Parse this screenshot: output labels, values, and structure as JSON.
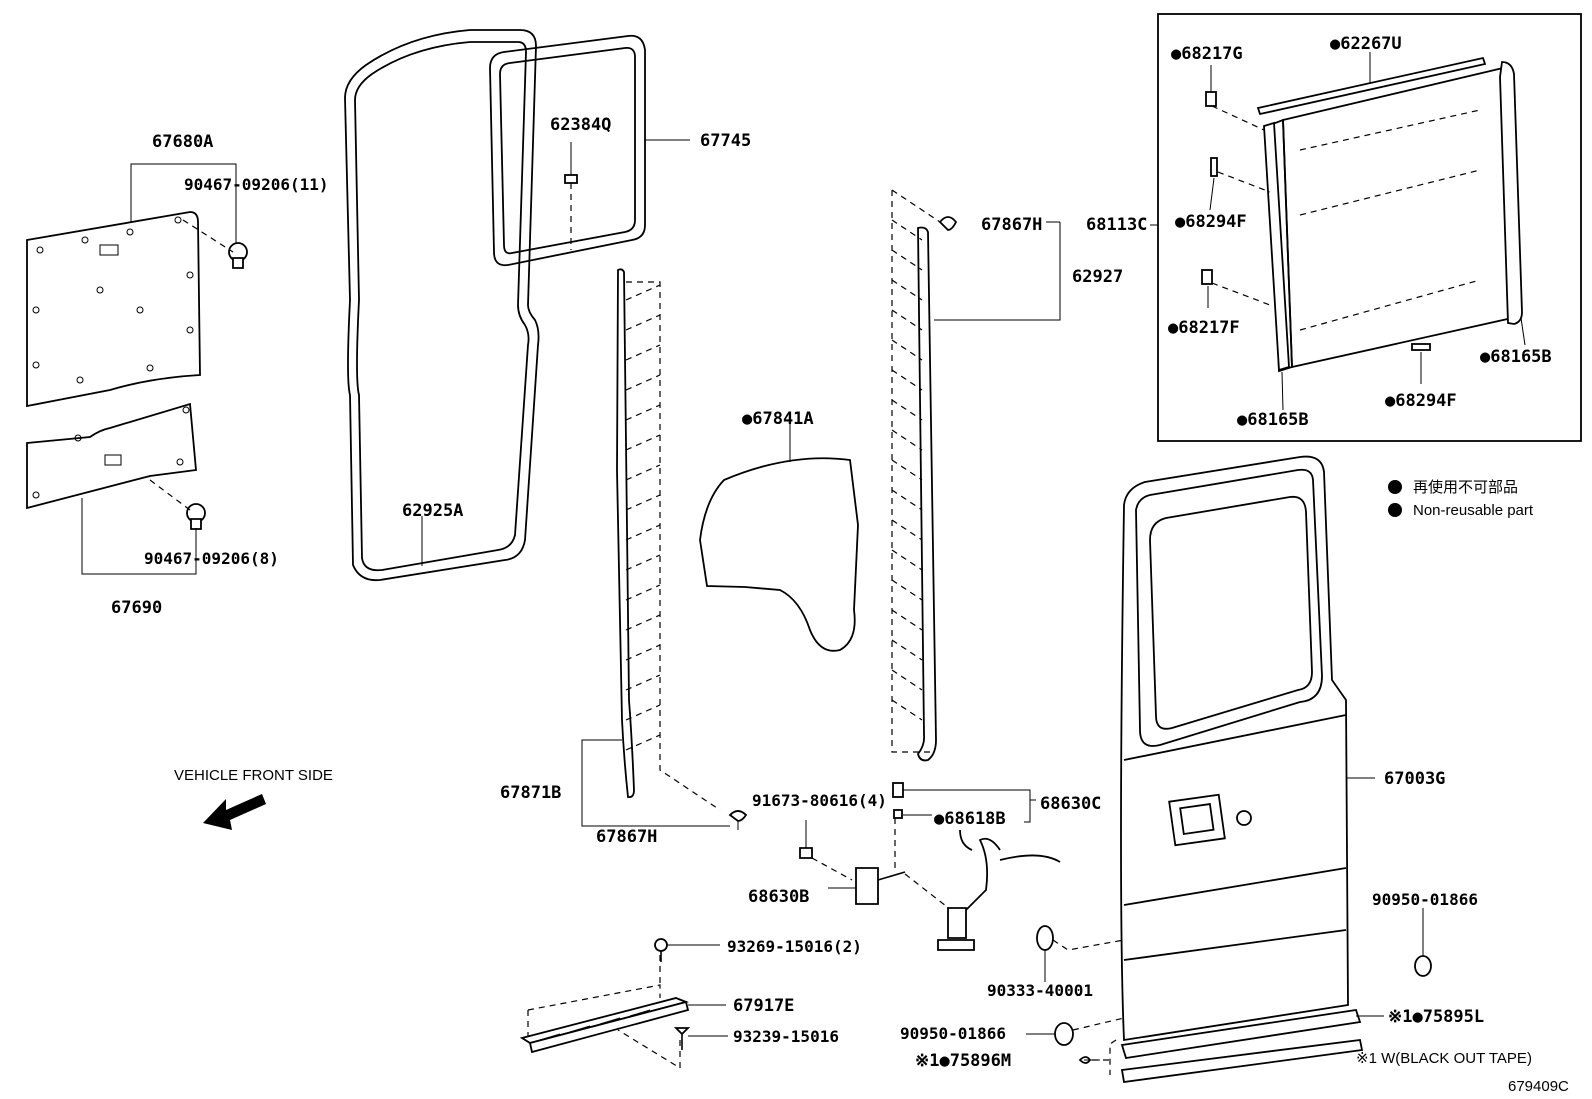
{
  "labels": {
    "p67680A": "67680A",
    "p90467_11": "90467-09206(11)",
    "p67690": "67690",
    "p90467_8": "90467-09206(8)",
    "p62925A": "62925A",
    "p62384Q": "62384Q",
    "p67745": "67745",
    "p67871B": "67871B",
    "p67867H_low": "67867H",
    "p67841A": "●67841A",
    "p67867H_up": "67867H",
    "p62927": "62927",
    "p68113C": "68113C",
    "p68217G": "●68217G",
    "p62267U": "●62267U",
    "p68294F_a": "●68294F",
    "p68217F": "●68217F",
    "p68165B_r": "●68165B",
    "p68294F_b": "●68294F",
    "p68165B_l": "●68165B",
    "p91673": "91673-80616(4)",
    "p68618B": "●68618B",
    "p68630C": "68630C",
    "p68630B": "68630B",
    "p93269": "93269-15016(2)",
    "p67917E": "67917E",
    "p93239": "93239-15016",
    "p90333": "90333-40001",
    "p90950_a": "90950-01866",
    "p90950_b": "90950-01866",
    "p75895L": "※1●75895L",
    "p75896M": "※1●75896M",
    "p67003G": "67003G"
  },
  "legend": {
    "jp": "再使用不可部品",
    "en": "Non-reusable part",
    "tape_note": "※1 W(BLACK OUT TAPE)"
  },
  "direction": {
    "text": "VEHICLE FRONT SIDE",
    "arrow": "arrow-left-down-icon"
  },
  "diagram_code": "679409C"
}
